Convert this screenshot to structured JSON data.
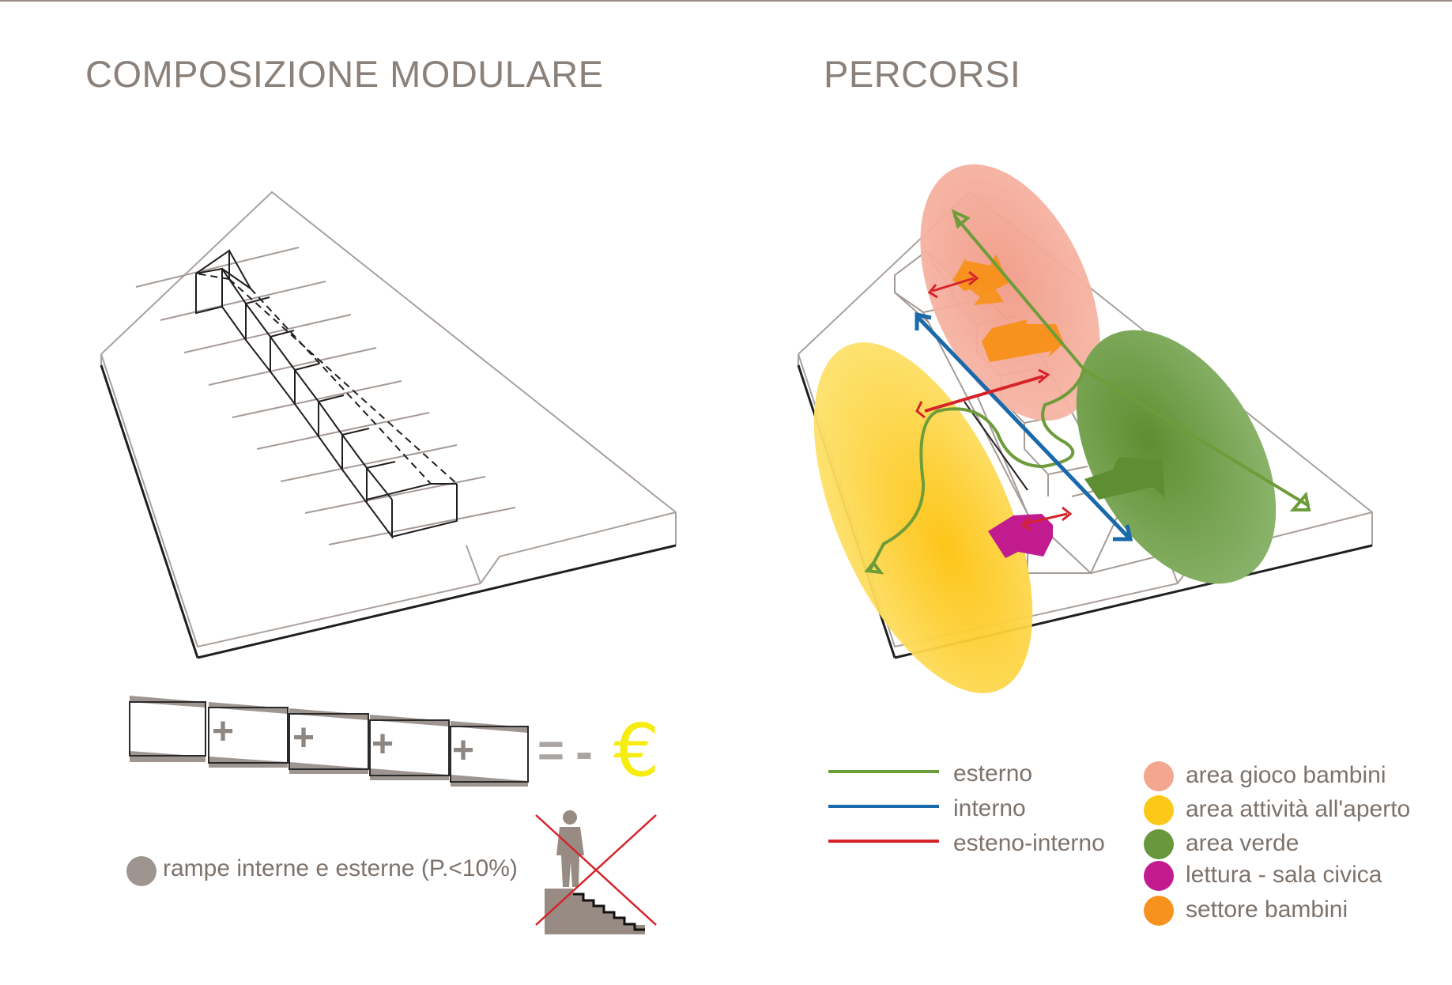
{
  "titles": {
    "left": "COMPOSIZIONE MODULARE",
    "right": "PERCORSI"
  },
  "module_formula": {
    "plus": "+",
    "equals": "=",
    "minus": "-",
    "euro": "€"
  },
  "ramp_note": "rampe interne e esterne (P.<10%)",
  "legend_paths": [
    {
      "label": "esterno",
      "color": "#6e9c3a"
    },
    {
      "label": "interno",
      "color": "#1a6aab"
    },
    {
      "label": "esteno-interno",
      "color": "#d6232a"
    }
  ],
  "legend_areas": [
    {
      "label": "area gioco bambini",
      "color": "#f4a78f"
    },
    {
      "label": "area attività all'aperto",
      "color": "#fcc919"
    },
    {
      "label": "area verde",
      "color": "#69973d"
    },
    {
      "label": "lettura - sala civica",
      "color": "#c21b90"
    },
    {
      "label": "settore bambini",
      "color": "#f7921e"
    }
  ],
  "colors": {
    "title": "#8b817b",
    "outline": "#a59b96",
    "ramp_dot": "#9e9590",
    "strike": "#d6232a",
    "euro": "#f6ec0f"
  },
  "icons": [
    "person-on-stairs-icon",
    "strike-cross-icon"
  ]
}
